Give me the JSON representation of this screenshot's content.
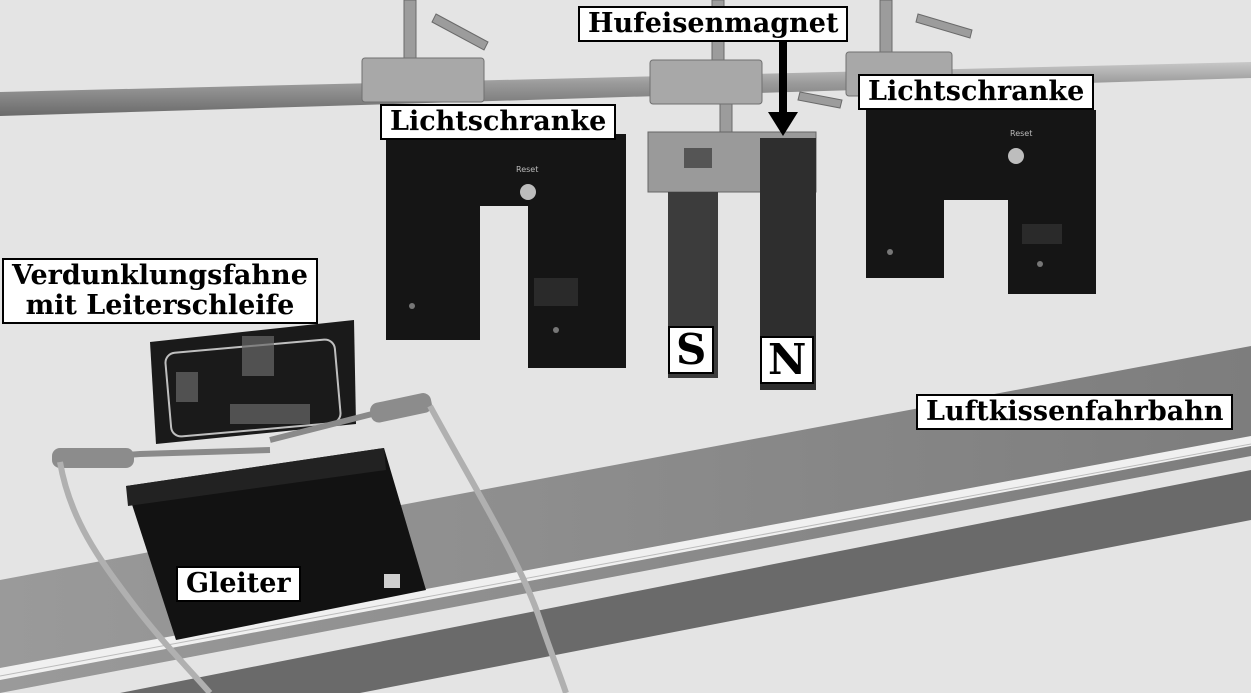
{
  "labels": {
    "hufeisenmagnet": "Hufeisenmagnet",
    "lichtschranke_left": "Lichtschranke",
    "lichtschranke_right": "Lichtschranke",
    "verdunklungsfahne_line1": "Verdunklungsfahne",
    "verdunklungsfahne_line2": "mit Leiterschleife",
    "luftkissenfahrbahn": "Luftkissenfahrbahn",
    "gleiter": "Gleiter",
    "pole_s": "S",
    "pole_n": "N"
  },
  "device_text": {
    "reset": "Reset"
  },
  "colors": {
    "background": "#e6e6e6",
    "gate_body": "#141414",
    "magnet_bar": "#3a3a3a",
    "rail": "#8a8a8a",
    "tape": "#f2f2f2"
  }
}
